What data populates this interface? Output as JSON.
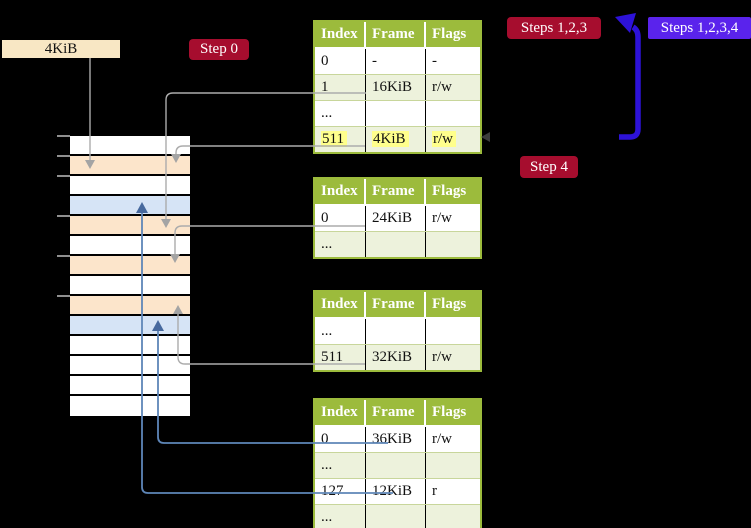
{
  "labels": {
    "page_size": "4KiB",
    "step0": "Step 0",
    "steps123": "Steps 1,2,3",
    "steps1234": "Steps 1,2,3,4",
    "step4": "Step 4"
  },
  "tables": [
    {
      "headers": [
        "Index",
        "Frame",
        "Flags"
      ],
      "rows": [
        {
          "cells": [
            "0",
            "-",
            "-"
          ]
        },
        {
          "cells": [
            "1",
            "16KiB",
            "r/w"
          ]
        },
        {
          "cells": [
            "...",
            "",
            ""
          ]
        },
        {
          "cells": [
            "511",
            "4KiB",
            "r/w"
          ],
          "highlighted": true
        }
      ]
    },
    {
      "headers": [
        "Index",
        "Frame",
        "Flags"
      ],
      "rows": [
        {
          "cells": [
            "0",
            "24KiB",
            "r/w"
          ]
        },
        {
          "cells": [
            "...",
            "",
            ""
          ]
        }
      ]
    },
    {
      "headers": [
        "Index",
        "Frame",
        "Flags"
      ],
      "rows": [
        {
          "cells": [
            "...",
            "",
            ""
          ]
        },
        {
          "cells": [
            "511",
            "32KiB",
            "r/w"
          ]
        }
      ]
    },
    {
      "headers": [
        "Index",
        "Frame",
        "Flags"
      ],
      "rows": [
        {
          "cells": [
            "0",
            "36KiB",
            "r/w"
          ]
        },
        {
          "cells": [
            "...",
            "",
            ""
          ]
        },
        {
          "cells": [
            "127",
            "12KiB",
            "r"
          ]
        },
        {
          "cells": [
            "...",
            "",
            ""
          ]
        }
      ]
    }
  ],
  "memory": {
    "row_count": 14,
    "page_table_frame_rows": [
      2,
      5,
      7,
      9
    ],
    "data_page_frame_rows": [
      4,
      10
    ]
  },
  "colors": {
    "badge_red": "#A60D2E",
    "badge_blue": "#5A23EC",
    "big_arrow_blue": "#2D12D8",
    "table_green": "#9CBB3C",
    "table_row_green": "#EDF2DC",
    "highlight_yellow": "#FFFF8C",
    "frame_peach": "#FCE5CB",
    "frame_blue": "#D6E4F6",
    "label_cream": "#F8E7C4",
    "gray_connector": "#ACACAC",
    "blue_connector": "#5E86B8"
  }
}
